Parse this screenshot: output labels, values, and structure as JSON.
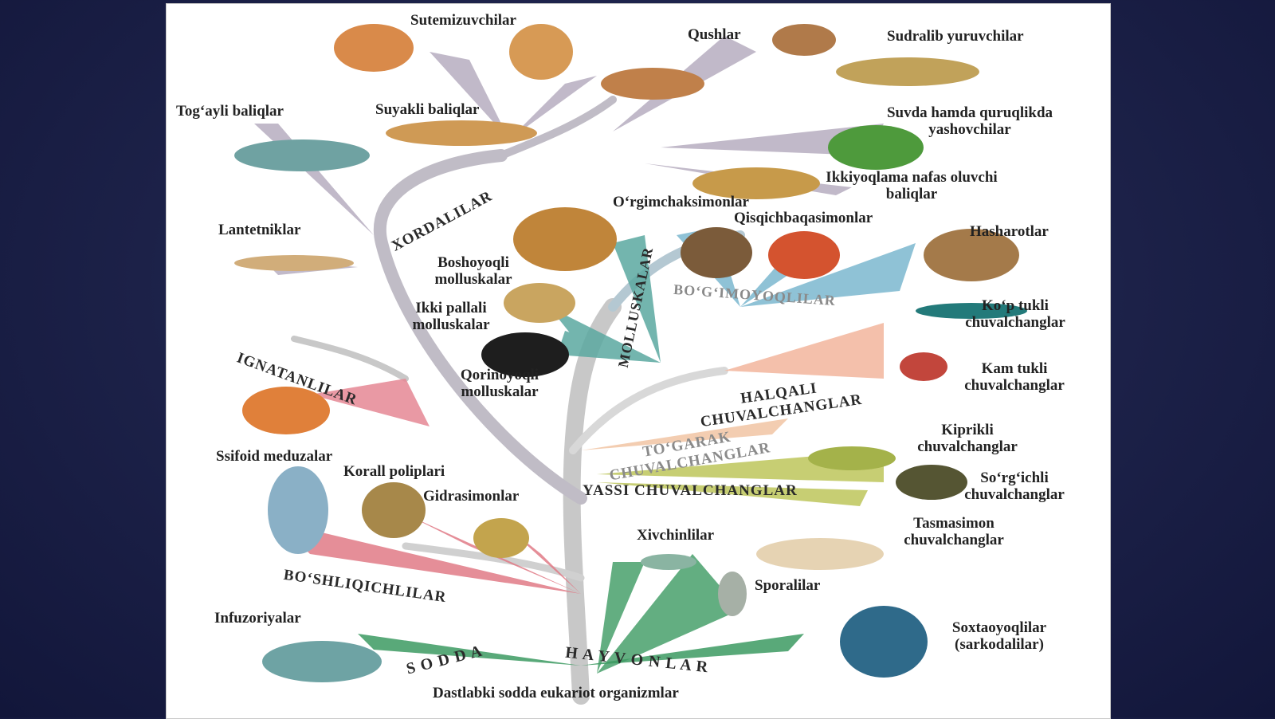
{
  "diagram": {
    "root_label": "Dastlabki sodda eukariot organizmlar",
    "groups": {
      "sodda": "S O D D A",
      "hayvonlar": "H A Y V O N L A R",
      "boshliqichlilar": "BO‘SHLIQICHLILAR",
      "ignatanlilar": "IGNATANLILAR",
      "xordalilar": "XORDALILAR",
      "mollyuskalar": "MOLLUSKALAR",
      "bogimoyoqlilar": "BO‘G‘IMOYOQLILAR",
      "halqali": "HALQALI CHUVALCHANGLAR",
      "togarak": "TO‘GARAK CHUVALCHANGLAR",
      "yassi": "YASSI CHUVALCHANGLAR"
    },
    "taxa": {
      "sutemizuvchilar": "Sutemizuvchilar",
      "qushlar": "Qushlar",
      "sudralib": "Sudralib yuruvchilar",
      "togayli": "Tog‘ayli baliqlar",
      "suyakli": "Suyakli baliqlar",
      "suvda": "Suvda hamda quruqlikda yashovchilar",
      "ikkiyoqlama": "Ikkiyoqlama nafas oluvchi baliqlar",
      "orgimchak": "O‘rgimchaksimonlar",
      "qisqichbaqa": "Qisqichbaqasimonlar",
      "lantetniklar": "Lantetniklar",
      "hasharotlar": "Hasharotlar",
      "boshoyoqli": "Boshoyoqli molluskalar",
      "ikki_pallali": "Ikki pallali molluskalar",
      "kop_tukli": "Ko‘p tukli chuvalchanglar",
      "qorinoyoqli": "Qorinoyoqli molluskalar",
      "kam_tukli": "Kam tukli chuvalchanglar",
      "kiprikli": "Kiprikli chuvalchanglar",
      "ssifoid": "Ssifoid meduzalar",
      "korall": "Korall poliplari",
      "gidrasimonlar": "Gidrasimonlar",
      "sorgichli": "So‘rg‘ichli chuvalchanglar",
      "tasmasimon": "Tasmasimon chuvalchanglar",
      "xivchinlilar": "Xivchinlilar",
      "sporalilar": "Sporalilar",
      "infuzoriyalar": "Infuzoriyalar",
      "soxtaoyoqlilar": "Soxtaoyoqlilar (sarkodalilar)"
    }
  }
}
